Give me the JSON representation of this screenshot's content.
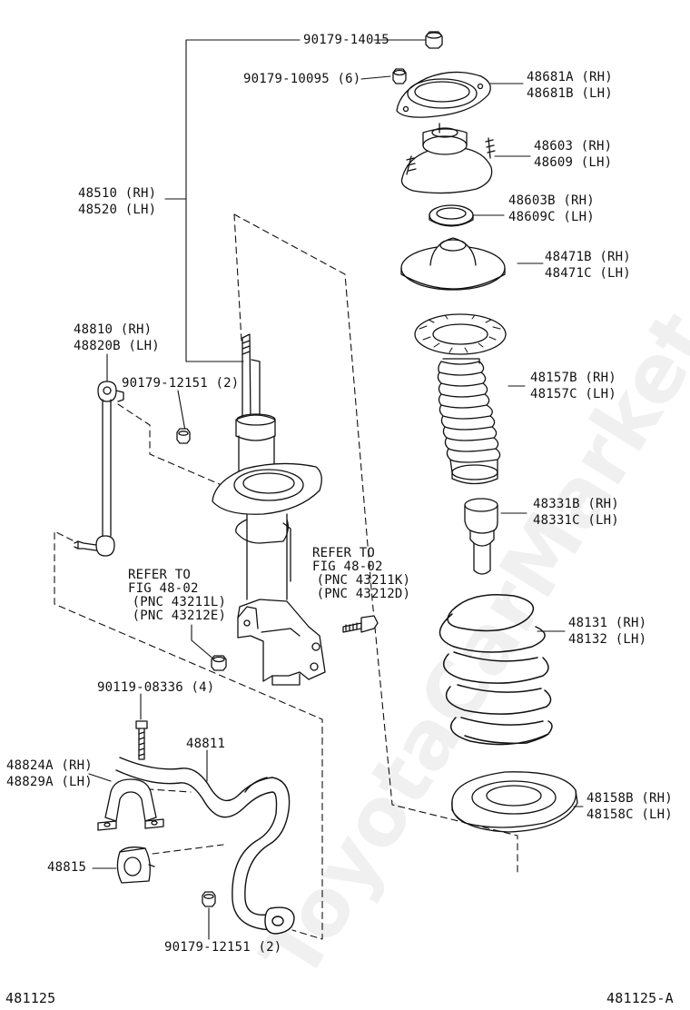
{
  "diagram": {
    "watermark": "ToyotaCarMarket.ru",
    "footer_left": "481125",
    "footer_right": "481125-A",
    "labels": {
      "p90179_14015": "90179-14015",
      "p90179_10095": "90179-10095 (6)",
      "p48681": [
        "48681A (RH)",
        "48681B (LH)"
      ],
      "p48603": [
        "48603 (RH)",
        "48609 (LH)"
      ],
      "p48603b": [
        "48603B (RH)",
        "48609C (LH)"
      ],
      "p48510": [
        "48510 (RH)",
        "48520 (LH)"
      ],
      "p48471": [
        "48471B (RH)",
        "48471C (LH)"
      ],
      "p48810": [
        "48810  (RH)",
        "48820B (LH)"
      ],
      "p90179_12151a": "90179-12151 (2)",
      "p48157": [
        "48157B (RH)",
        "48157C (LH)"
      ],
      "p48331": [
        "48331B (RH)",
        "48331C (LH)"
      ],
      "refer_right": [
        "REFER TO",
        "FIG 48-02",
        " (PNC 43211K)",
        " (PNC 43212D)"
      ],
      "refer_left": [
        "REFER TO",
        "FIG 48-02",
        " (PNC 43211L)",
        " (PNC 43212E)"
      ],
      "p48131": [
        "48131 (RH)",
        "48132 (LH)"
      ],
      "p90119": "90119-08336 (4)",
      "p48811": "48811",
      "p48824": [
        "48824A (RH)",
        "48829A (LH)"
      ],
      "p48158": [
        "48158B (RH)",
        "48158C (LH)"
      ],
      "p48815": "48815",
      "p90179_12151b": "90179-12151 (2)"
    }
  }
}
